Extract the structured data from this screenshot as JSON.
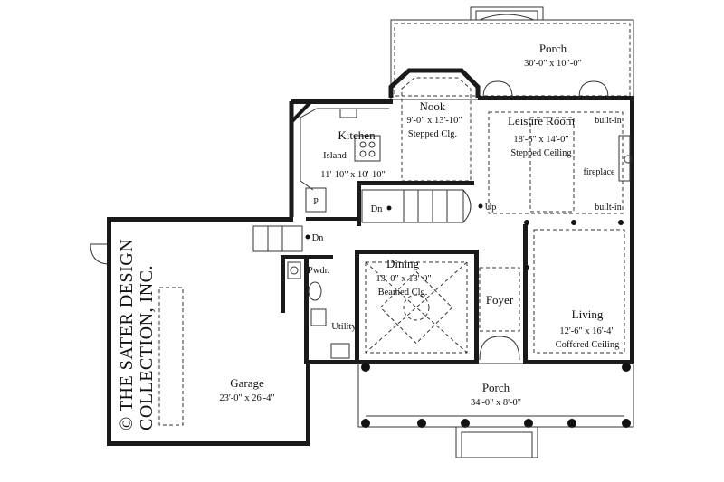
{
  "rooms": {
    "porch_rear": {
      "name": "Porch",
      "dims": "30'-0\" x 10\"-0\""
    },
    "nook": {
      "name": "Nook",
      "dims": "9'-0\" x 13'-10\"",
      "note": "Stepped Clg."
    },
    "kitchen": {
      "name": "Kitchen",
      "dims": "11'-10\" x 10'-10\""
    },
    "leisure": {
      "name": "Leisure Room",
      "dims": "18'-6\" x 14'-0\"",
      "note": "Stepped Ceiling"
    },
    "dining": {
      "name": "Dining",
      "dims": "13'-0\" x 13'-0\"",
      "note": "Beamed Clg."
    },
    "foyer": {
      "name": "Foyer"
    },
    "living": {
      "name": "Living",
      "dims": "12'-6\" x 16'-4\"",
      "note": "Coffered Ceiling"
    },
    "garage": {
      "name": "Garage",
      "dims": "23'-0\" x 26'-4\""
    },
    "porch_front": {
      "name": "Porch",
      "dims": "34'-0\" x 8'-0\""
    },
    "powder": {
      "name": "Pwdr."
    },
    "utility": {
      "name": "Utility"
    }
  },
  "labels": {
    "island": "Island",
    "pantry": "P",
    "dn_garage": "Dn",
    "dn_stair": "Dn",
    "up_stair": "Up",
    "builtin_top": "built-in",
    "builtin_bottom": "built-in",
    "fireplace": "fireplace"
  },
  "copyright": {
    "line1": "© THE SATER DESIGN",
    "line2": "COLLECTION, INC."
  }
}
